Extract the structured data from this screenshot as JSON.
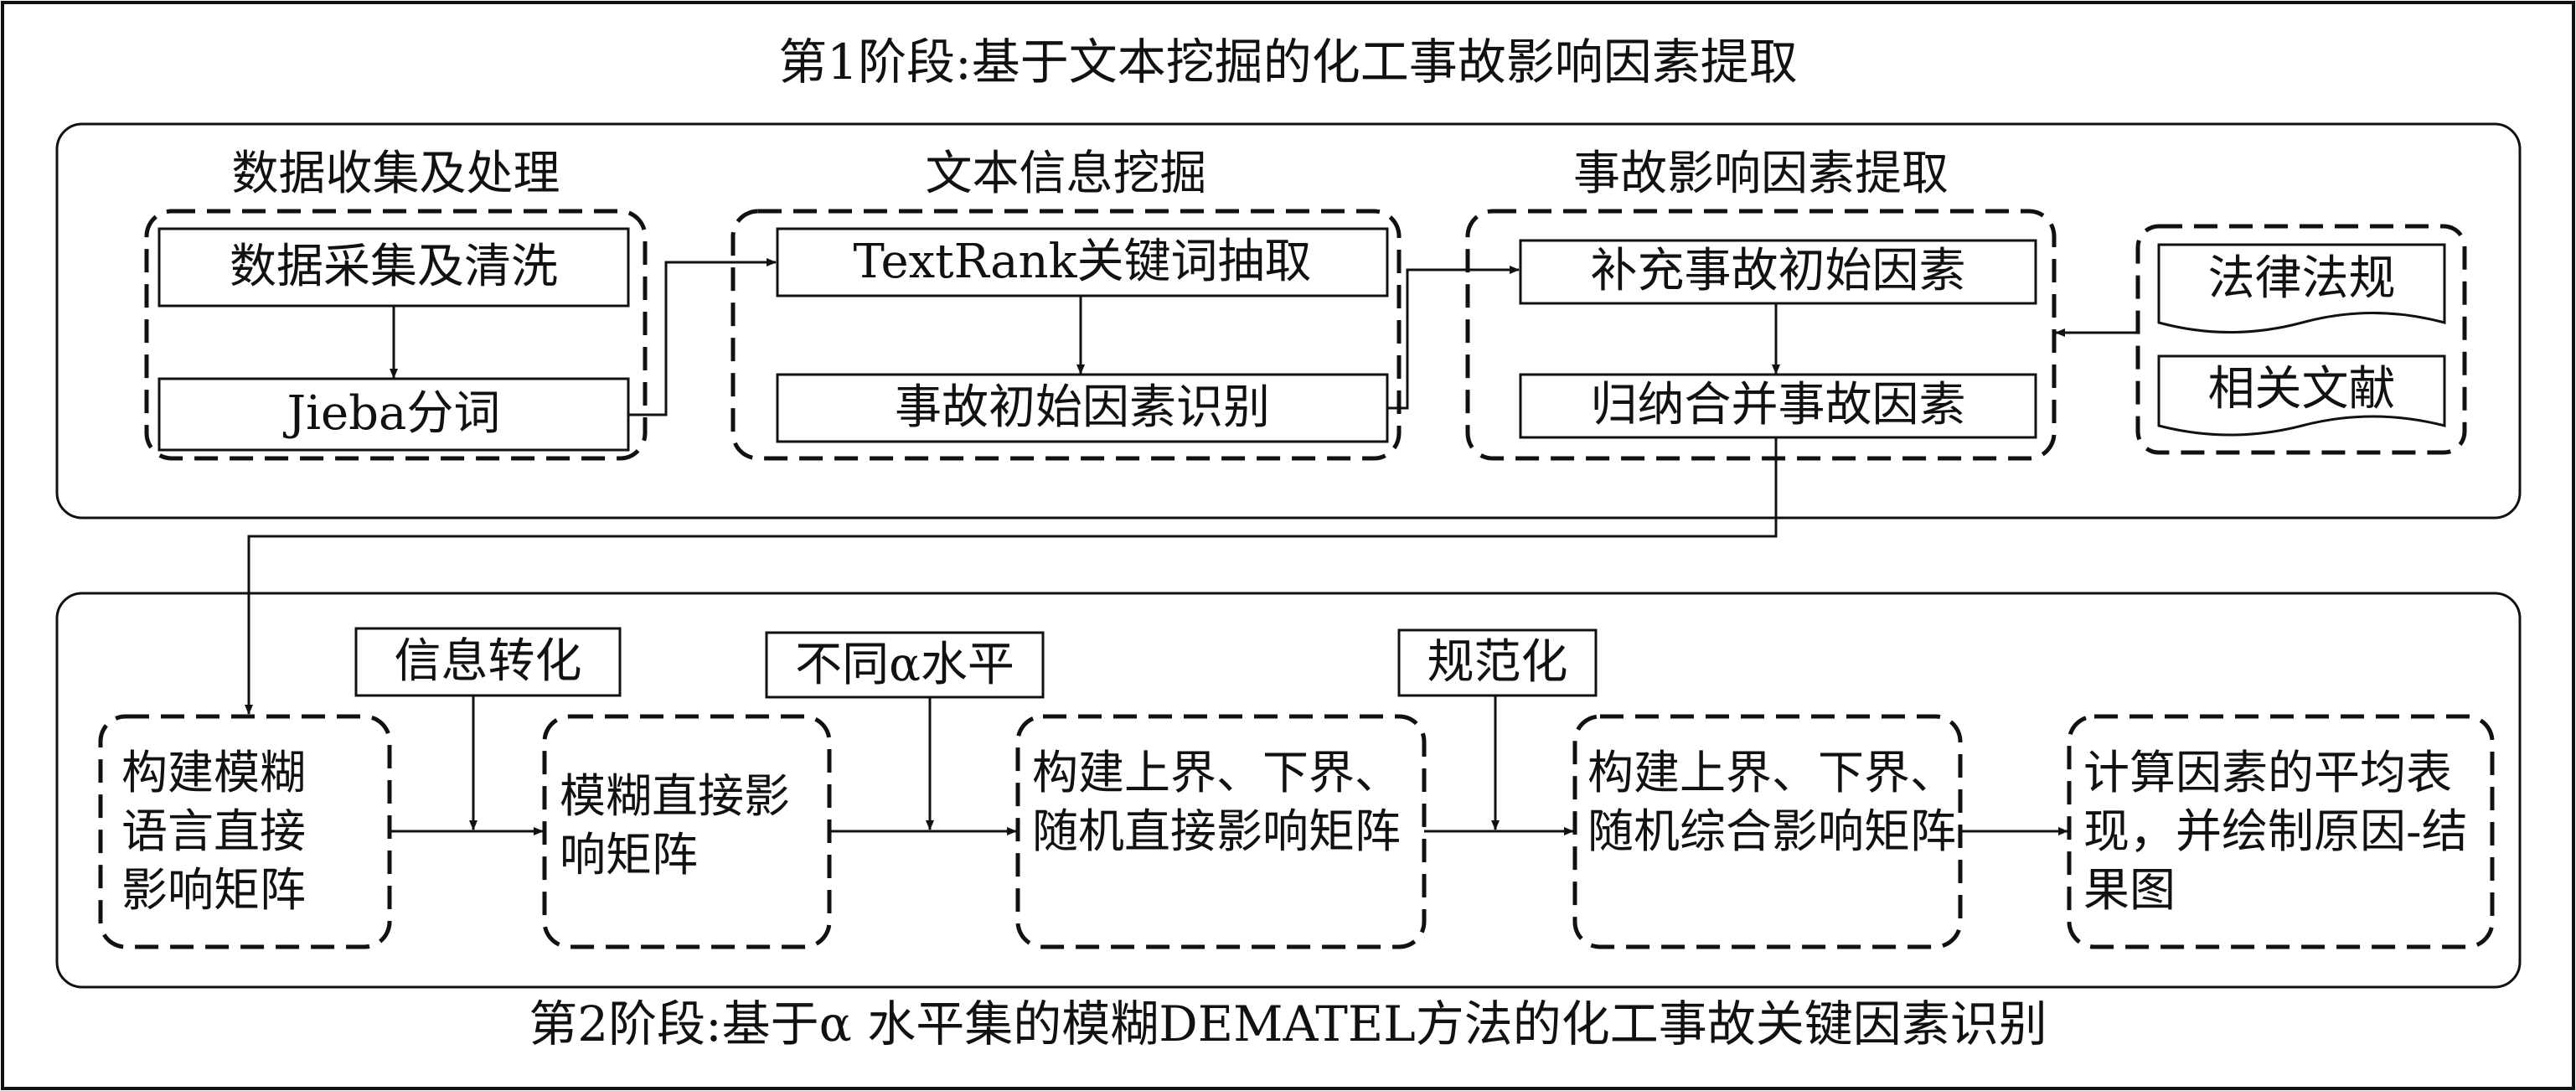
{
  "stage1": {
    "title": "第1阶段:基于文本挖掘的化工事故影响因素提取",
    "group_data": {
      "title": "数据收集及处理",
      "box_collect": "数据采集及清洗",
      "box_jieba": "Jieba分词"
    },
    "group_text": {
      "title": "文本信息挖掘",
      "box_textrank": "TextRank关键词抽取",
      "box_identify": "事故初始因素识别"
    },
    "group_extract": {
      "title": "事故影响因素提取",
      "box_supplement": "补充事故初始因素",
      "box_merge": "归纳合并事故因素"
    },
    "docs": {
      "law": "法律法规",
      "literature": "相关文献"
    }
  },
  "stage2": {
    "title": "第2阶段:基于α 水平集的模糊DEMATEL方法的化工事故关键因素识别",
    "steps": [
      "构建模糊语言直接影响矩阵",
      "模糊直接影响矩阵",
      "构建上界、下界、随机直接影响矩阵",
      "构建上界、下界、随机综合影响矩阵",
      "计算因素的平均表现，并绘制原因-结果图"
    ],
    "inputs": {
      "info": "信息转化",
      "alpha": "不同α水平",
      "normalize": "规范化"
    }
  }
}
